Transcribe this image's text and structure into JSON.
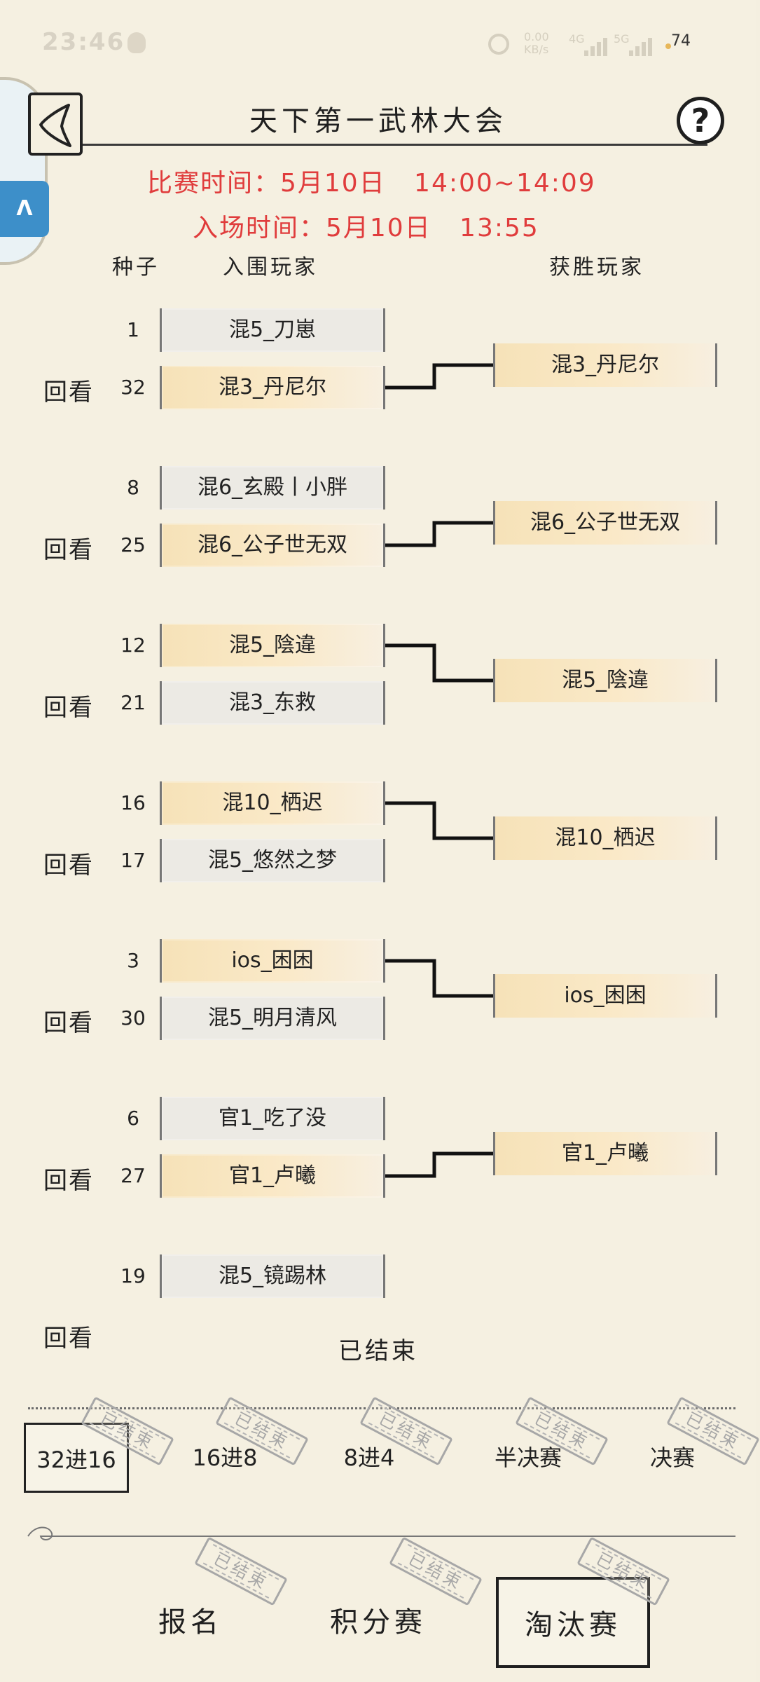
{
  "status_bar": {
    "time": "23:46",
    "net_speed_top": "0.00",
    "net_speed_bottom": "KB/s",
    "net_4g": "4G",
    "net_5g": "5G",
    "battery": "74"
  },
  "header": {
    "title": "天下第一武林大会",
    "back_icon": "chevron-left-icon",
    "help_label": "?"
  },
  "schedule": {
    "match_time": "比赛时间：5月10日   14:00~14:09",
    "entry_time": "入场时间：5月10日   13:55"
  },
  "columns": {
    "seed": "种子",
    "entrant": "入围玩家",
    "winner": "获胜玩家"
  },
  "matches": [
    {
      "replay": "回看",
      "seed_a": "1",
      "player_a": "混5_刀崽",
      "seed_b": "32",
      "player_b": "混3_丹尼尔",
      "winner_side": "b",
      "winner": "混3_丹尼尔"
    },
    {
      "replay": "回看",
      "seed_a": "8",
      "player_a": "混6_玄殿丨小胖",
      "seed_b": "25",
      "player_b": "混6_公子世无双",
      "winner_side": "b",
      "winner": "混6_公子世无双"
    },
    {
      "replay": "回看",
      "seed_a": "12",
      "player_a": "混5_陰違",
      "seed_b": "21",
      "player_b": "混3_东救",
      "winner_side": "a",
      "winner": "混5_陰違"
    },
    {
      "replay": "回看",
      "seed_a": "16",
      "player_a": "混10_栖迟",
      "seed_b": "17",
      "player_b": "混5_悠然之梦",
      "winner_side": "a",
      "winner": "混10_栖迟"
    },
    {
      "replay": "回看",
      "seed_a": "3",
      "player_a": "ios_困困",
      "seed_b": "30",
      "player_b": "混5_明月清风",
      "winner_side": "a",
      "winner": "ios_困困"
    },
    {
      "replay": "回看",
      "seed_a": "6",
      "player_a": "官1_吃了没",
      "seed_b": "27",
      "player_b": "官1_卢曦",
      "winner_side": "b",
      "winner": "官1_卢曦"
    },
    {
      "replay": "回看",
      "seed_a": "19",
      "player_a": "混5_镜踢林",
      "seed_b": "",
      "player_b": "",
      "winner_side": "",
      "winner": ""
    }
  ],
  "status_text": "已结束",
  "round_tabs": [
    {
      "label": "32进16",
      "stamp": "已结束",
      "active": true
    },
    {
      "label": "16进8",
      "stamp": "已结束",
      "active": false
    },
    {
      "label": "8进4",
      "stamp": "已结束",
      "active": false
    },
    {
      "label": "半决赛",
      "stamp": "已结束",
      "active": false
    },
    {
      "label": "决赛",
      "stamp": "已结束",
      "active": false
    }
  ],
  "bottom_tabs": [
    {
      "label": "报名",
      "stamp": "已结束",
      "active": false
    },
    {
      "label": "积分赛",
      "stamp": "已结束",
      "active": false
    },
    {
      "label": "淘汰赛",
      "stamp": "已结束",
      "active": true
    }
  ],
  "colors": {
    "background": "#f5f0e1",
    "schedule_red": "#e03c3c",
    "winner_fill": "#fae9c8",
    "loser_fill": "#eceae4",
    "ink": "#1f1f1f"
  }
}
